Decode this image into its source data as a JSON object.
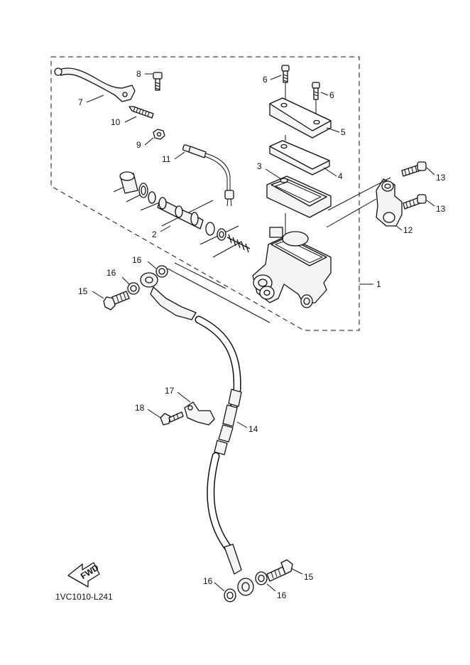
{
  "diagram": {
    "catalog_code": "1VC1010-L241",
    "fwd_label": "FWD",
    "callouts": {
      "c1": "1",
      "c2": "2",
      "c3": "3",
      "c4": "4",
      "c5": "5",
      "c6a": "6",
      "c6b": "6",
      "c7": "7",
      "c8": "8",
      "c9": "9",
      "c10": "10",
      "c11": "11",
      "c12": "12",
      "c13a": "13",
      "c13b": "13",
      "c14": "14",
      "c15a": "15",
      "c15b": "15",
      "c16a": "16",
      "c16b": "16",
      "c16c": "16",
      "c16d": "16",
      "c17": "17",
      "c18": "18"
    }
  }
}
